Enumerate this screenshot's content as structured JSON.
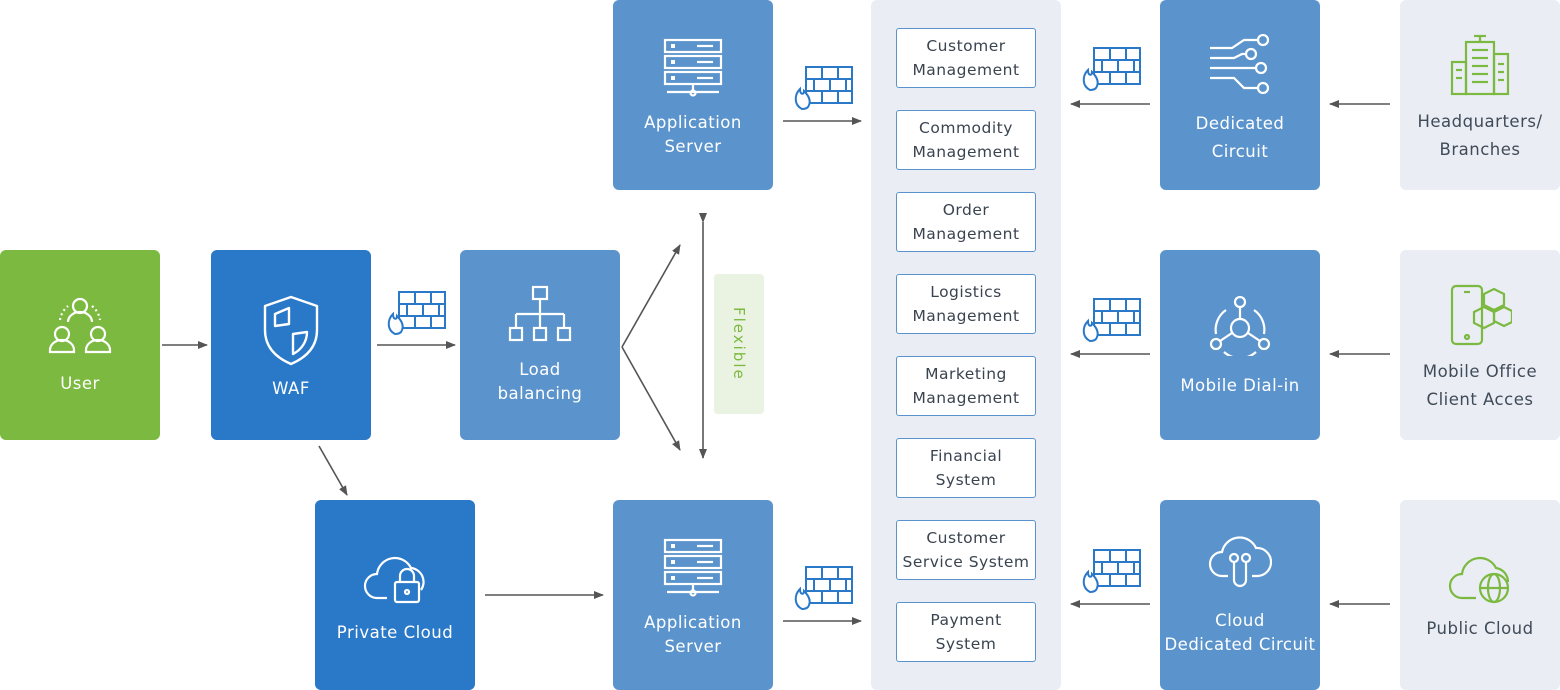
{
  "nodes": {
    "user": "User",
    "waf": "WAF",
    "load_balancing": "Load\nbalancing",
    "private_cloud": "Private Cloud",
    "app_server_top": "Application\nServer",
    "app_server_bottom": "Application\nServer",
    "dedicated_circuit": "Dedicated\nCircuit",
    "mobile_dial_in": "Mobile Dial-in",
    "cloud_dedicated_circuit": "Cloud\nDedicated Circuit",
    "headquarters": "Headquarters/\nBranches",
    "mobile_office": "Mobile Office\nClient Acces",
    "public_cloud": "Public Cloud"
  },
  "flexible": "Flexible",
  "modules": [
    "Customer\nManagement",
    "Commodity\nManagement",
    "Order\nManagement",
    "Logistics\nManagement",
    "Marketing\nManagement",
    "Financial\nSystem",
    "Customer\nService System",
    "Payment\nSystem"
  ],
  "colors": {
    "green": "#7cb940",
    "blue": "#2a78c8",
    "mid_blue": "#5b94cc",
    "pale": "#eaedf4",
    "arrow": "#555555"
  }
}
